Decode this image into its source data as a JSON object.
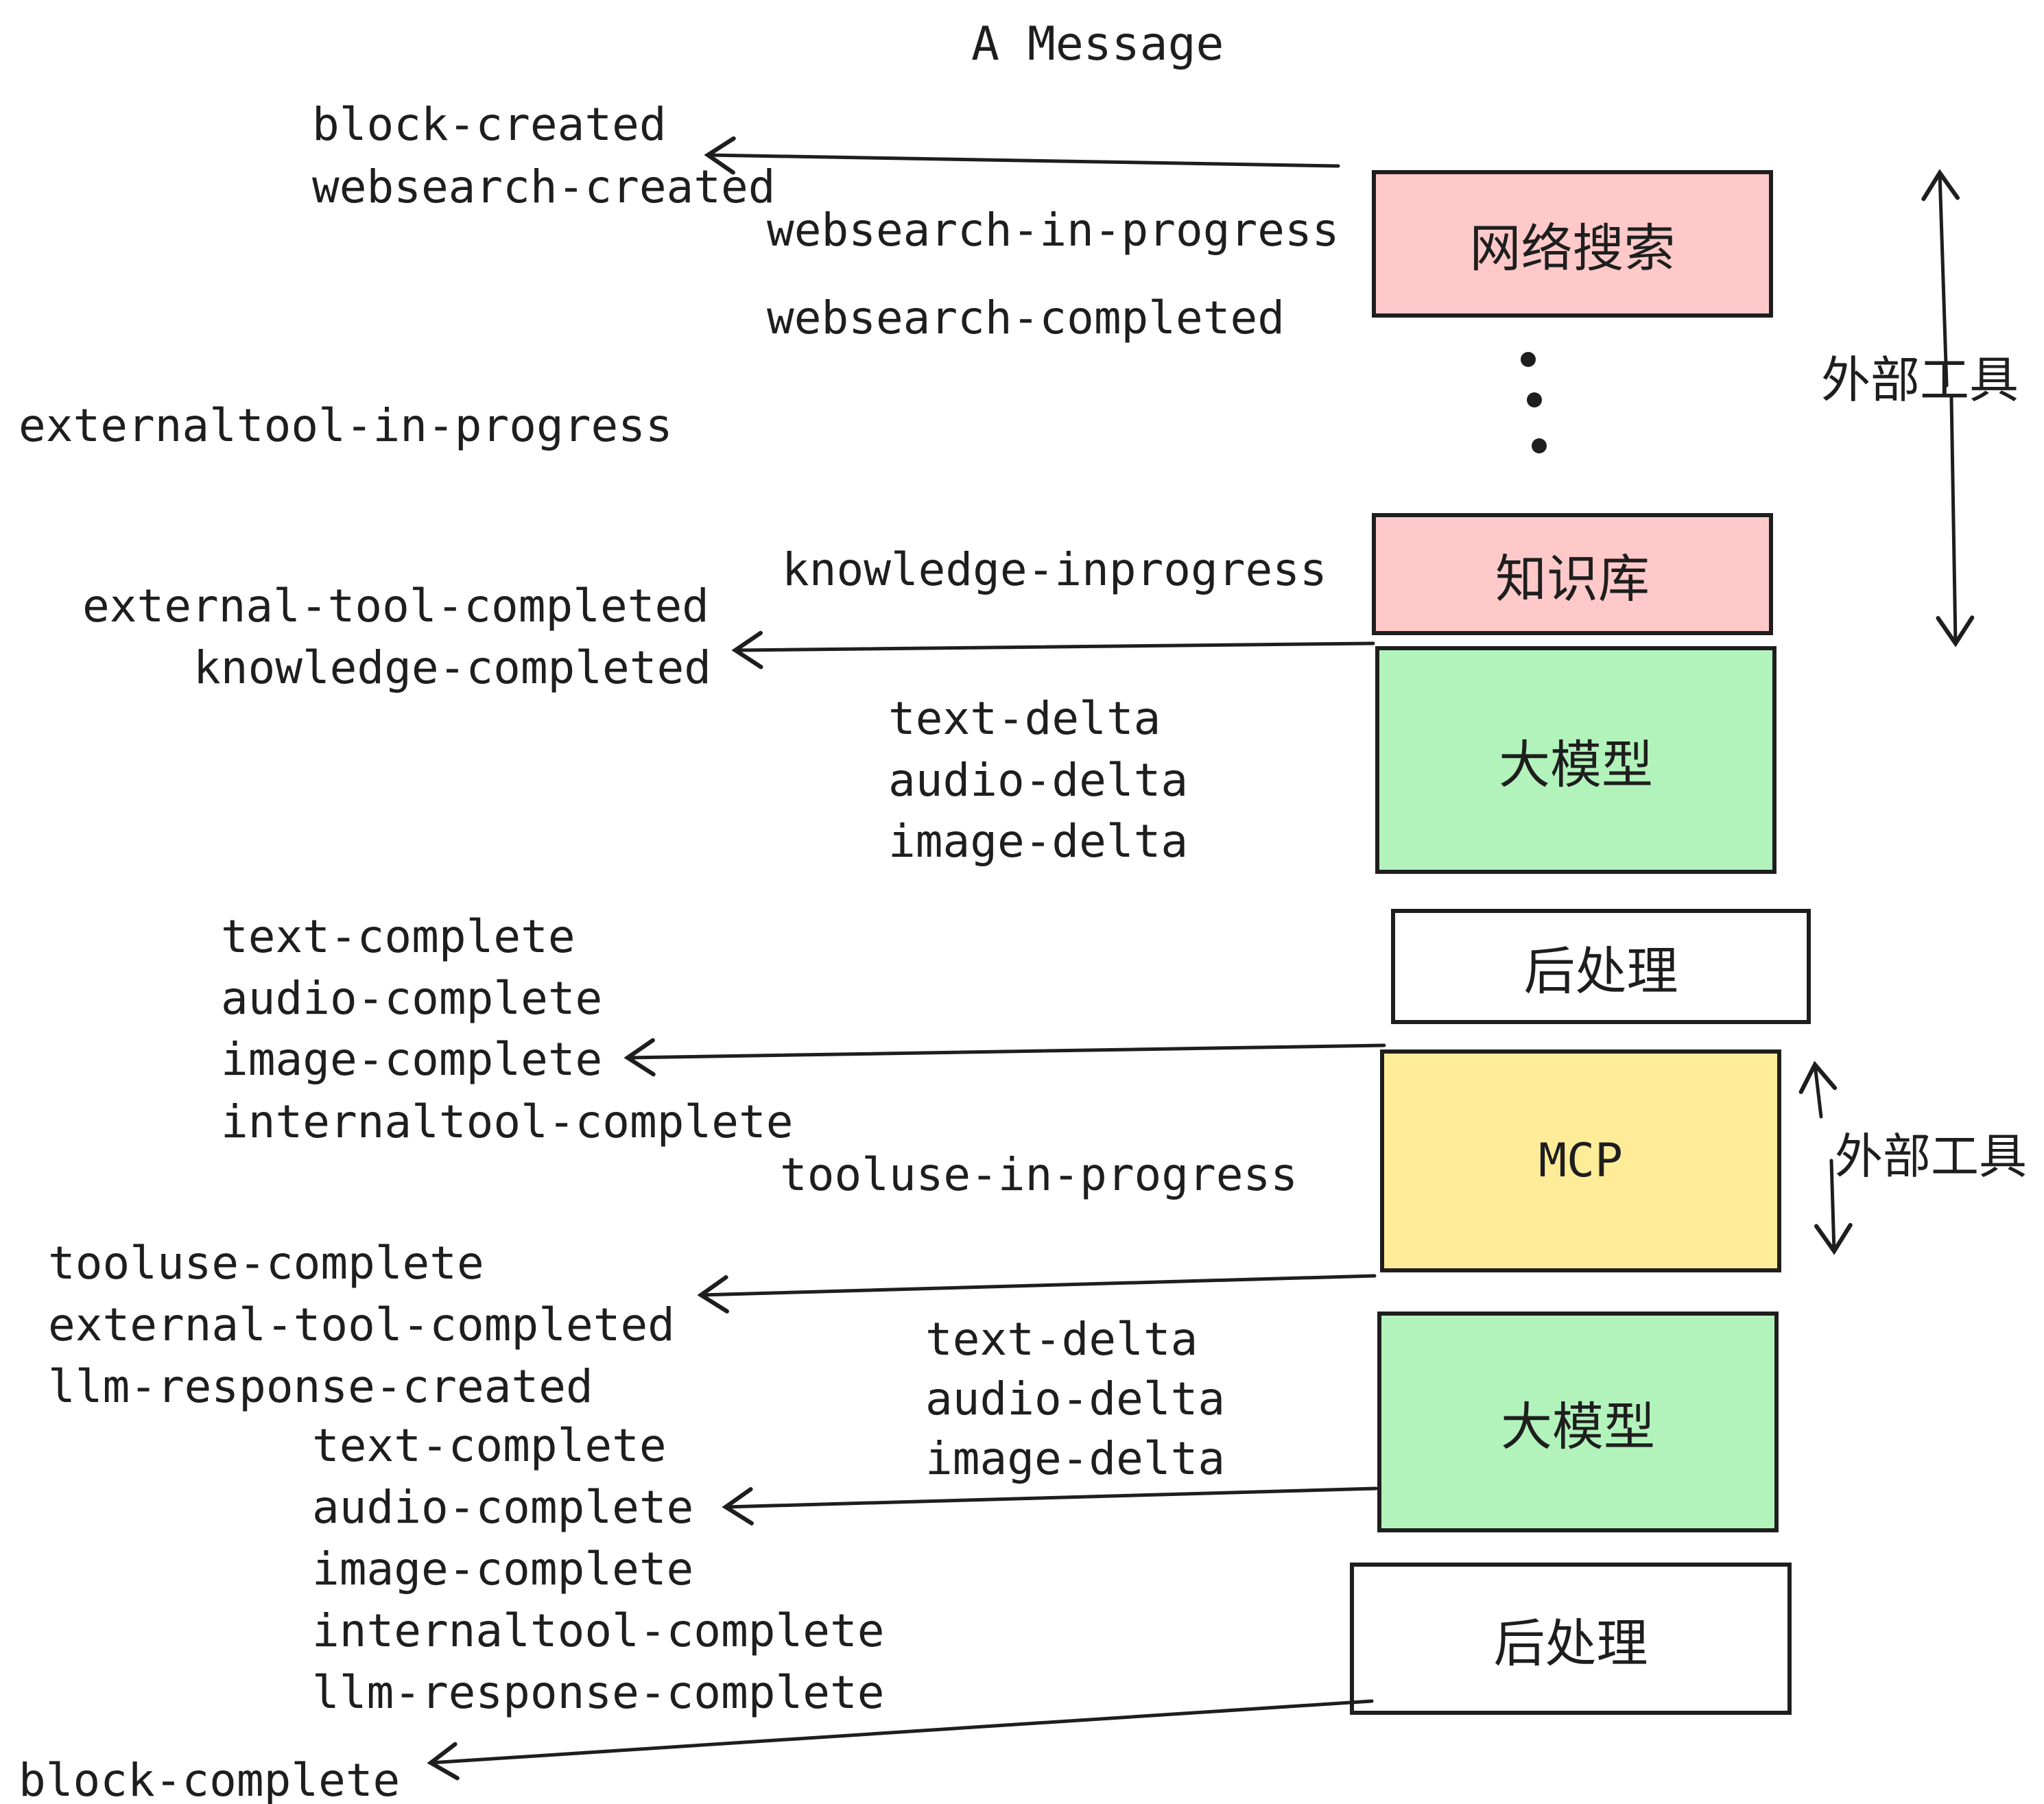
{
  "title": "A Message",
  "colors": {
    "pink": "#ffc9c9",
    "green": "#b2f2bb",
    "yellow": "#ffec99",
    "white": "#ffffff",
    "stroke": "#1e1e1e"
  },
  "events": {
    "block_created": "block-created",
    "websearch_created": "websearch-created",
    "websearch_in_progress": "websearch-in-progress",
    "websearch_completed": "websearch-completed",
    "externaltool_in_progress": "externaltool-in-progress",
    "knowledge_inprogress": "knowledge-inprogress",
    "external_tool_completed": "external-tool-completed",
    "knowledge_completed": "knowledge-completed",
    "text_delta": "text-delta",
    "audio_delta": "audio-delta",
    "image_delta": "image-delta",
    "text_complete": "text-complete",
    "audio_complete": "audio-complete",
    "image_complete": "image-complete",
    "internaltool_complete": "internaltool-complete",
    "tooluse_in_progress": "tooluse-in-progress",
    "tooluse_complete": "tooluse-complete",
    "llm_response_created": "llm-response-created",
    "llm_response_complete": "llm-response-complete",
    "block_complete": "block-complete"
  },
  "boxes": {
    "websearch": "网络搜索",
    "knowledge": "知识库",
    "llm": "大模型",
    "post_process": "后处理",
    "mcp": "MCP"
  },
  "annotations": {
    "external_tools": "外部工具"
  }
}
